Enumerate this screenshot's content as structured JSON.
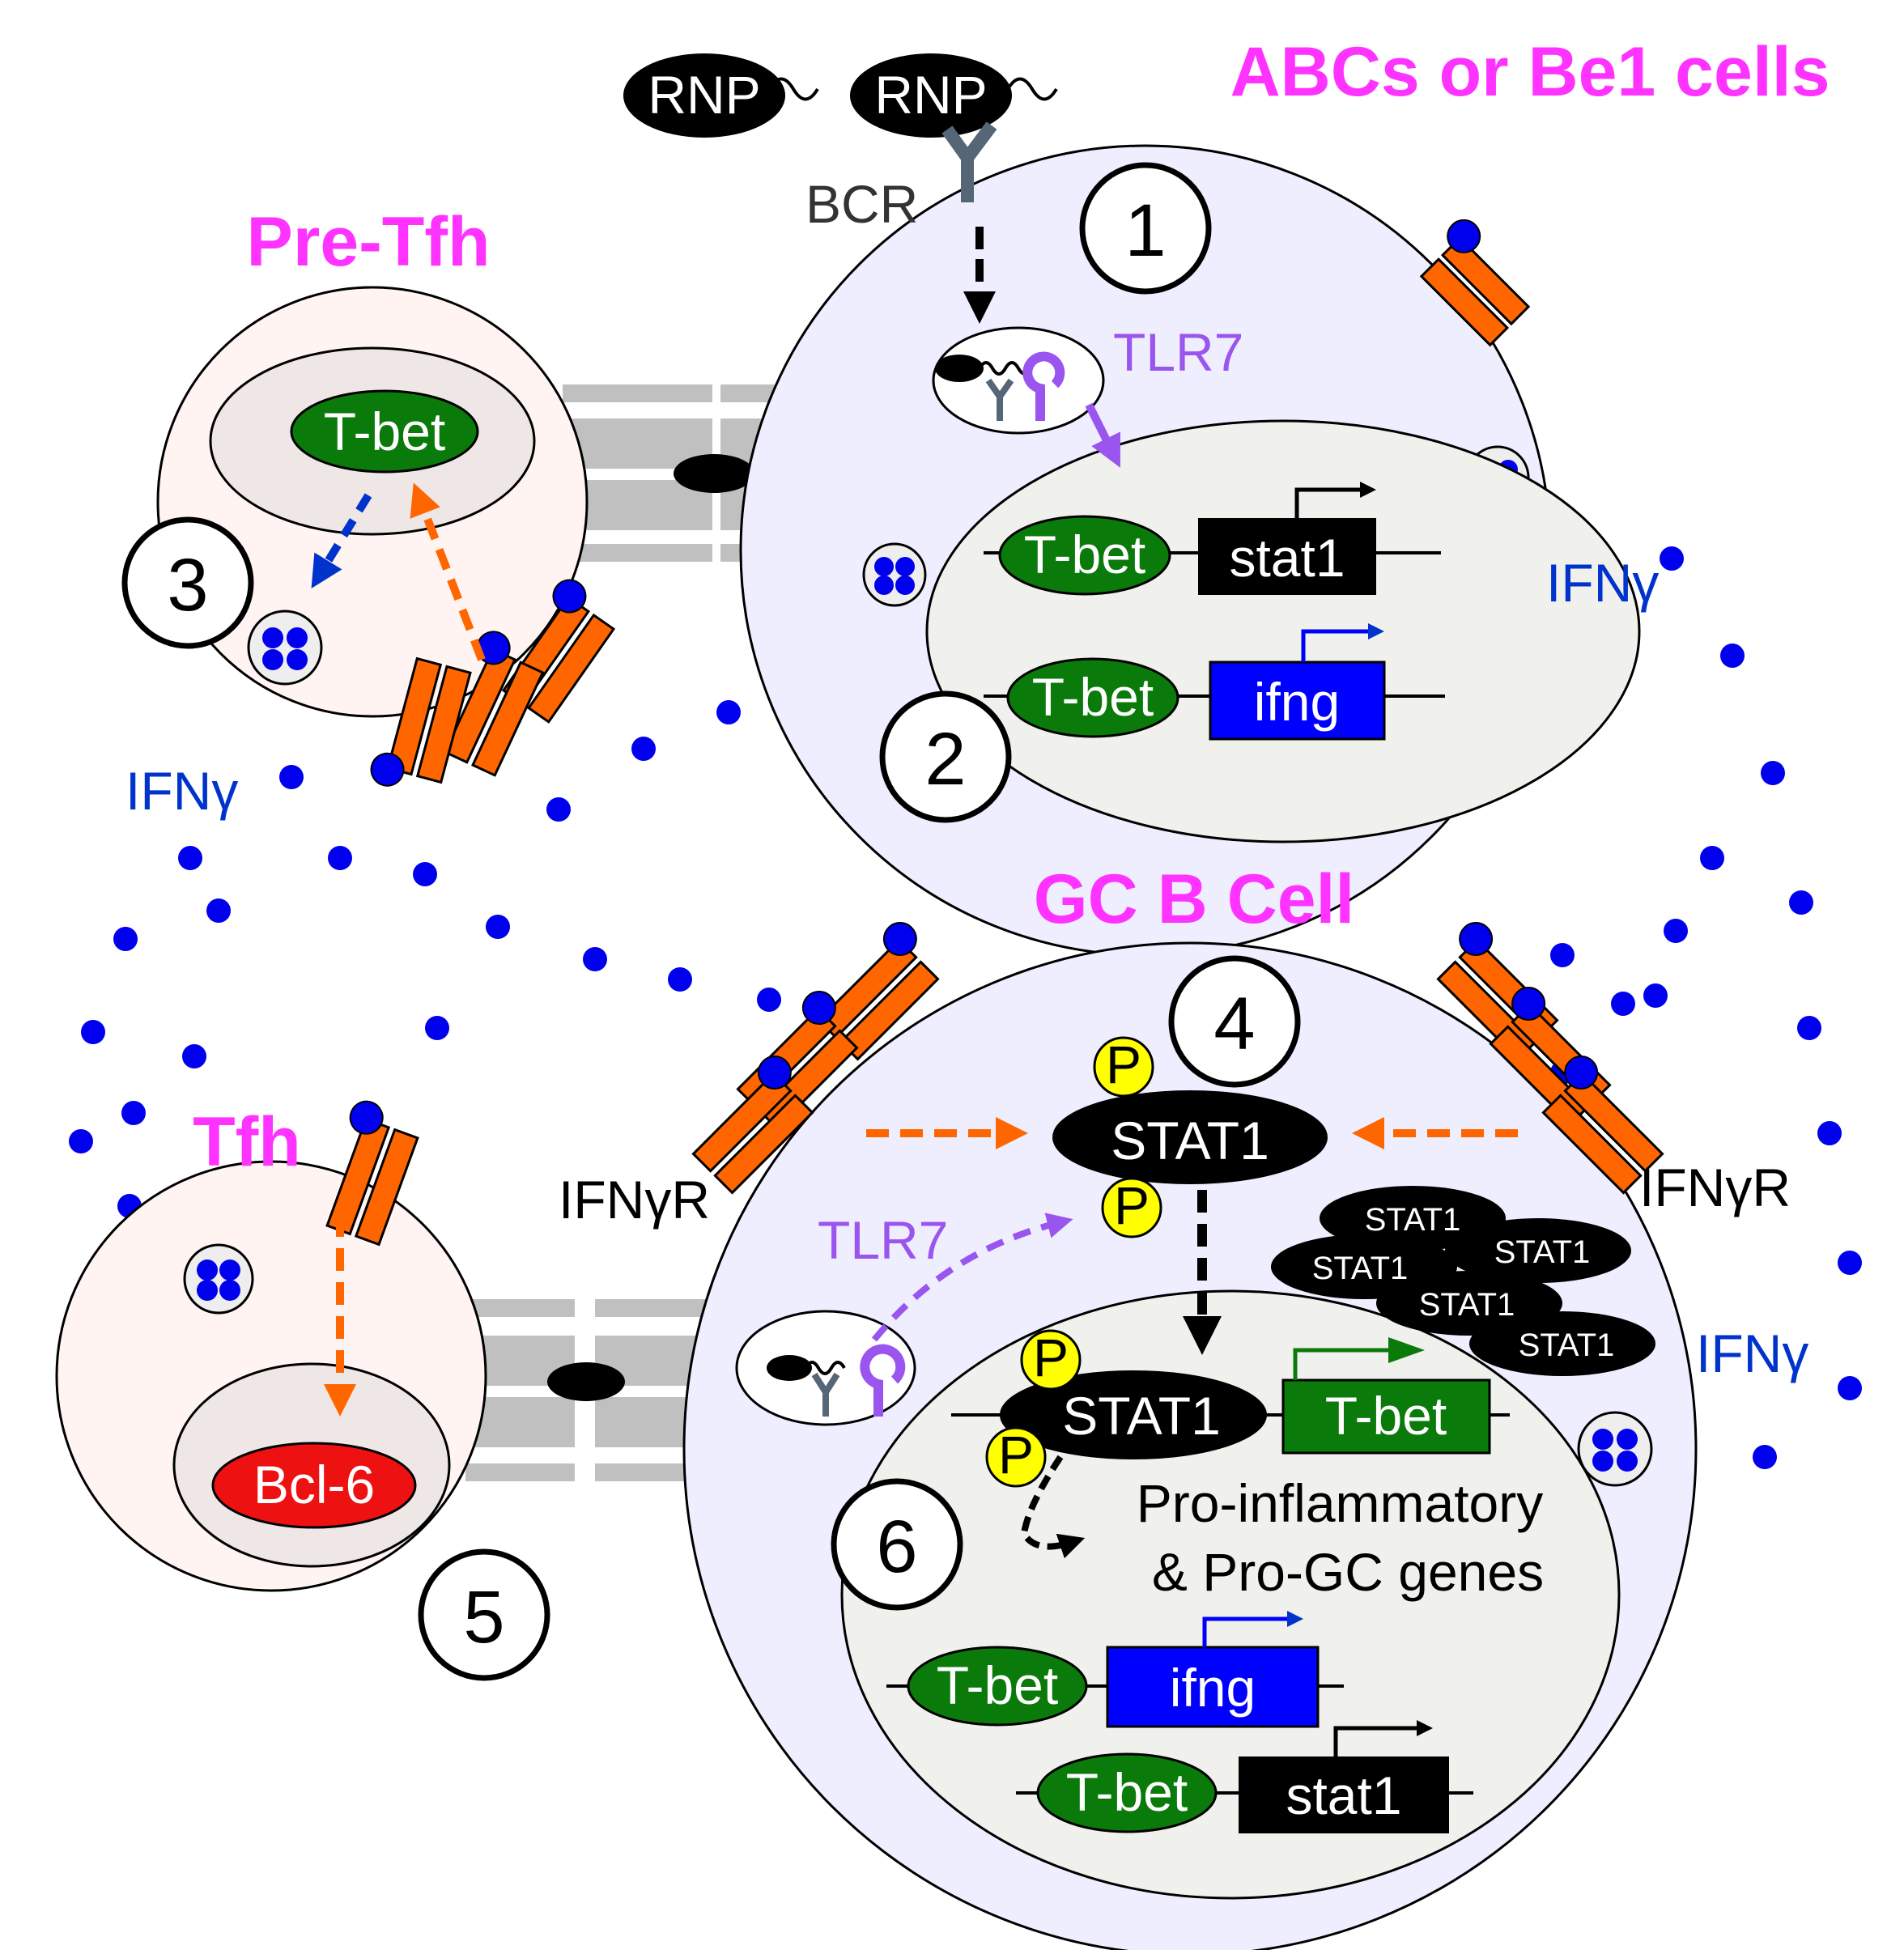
{
  "cells": {
    "abc": {
      "title": "ABCs or Be1 cells"
    },
    "pre_tfh": {
      "title": "Pre-Tfh"
    },
    "gc_b": {
      "title": "GC B Cell"
    },
    "tfh": {
      "title": "Tfh"
    }
  },
  "labels": {
    "rnp": "RNP",
    "bcr": "BCR",
    "tlr7": "TLR7",
    "ifng": "IFNγ",
    "ifngr": "IFNγR",
    "tbet": "T-bet",
    "stat1_gene": "stat1",
    "ifng_gene": "ifng",
    "stat1_protein": "STAT1",
    "p": "P",
    "bcl6": "Bcl-6",
    "genes_line1": "Pro-inflammatory",
    "genes_line2": "& Pro-GC genes"
  },
  "steps": [
    "1",
    "2",
    "3",
    "4",
    "5",
    "6"
  ],
  "colors": {
    "title_magenta": "#ff33ff",
    "cytokine_blue": "#0000ee",
    "receptor_orange": "#ff6600",
    "tlr7_purple": "#9955ee",
    "tbet_green": "#0a7a0a",
    "ifng_gene_blue": "#0000ff",
    "bcl6_red": "#ee1111",
    "p_yellow": "#ffff00",
    "b_cell_fill": "#eeeeff",
    "t_cell_fill": "#fff4f2",
    "nucleus_b_fill": "#f0f0ec",
    "nucleus_t_fill": "#efe6e6",
    "synapse_gray": "#c0c0c0"
  }
}
